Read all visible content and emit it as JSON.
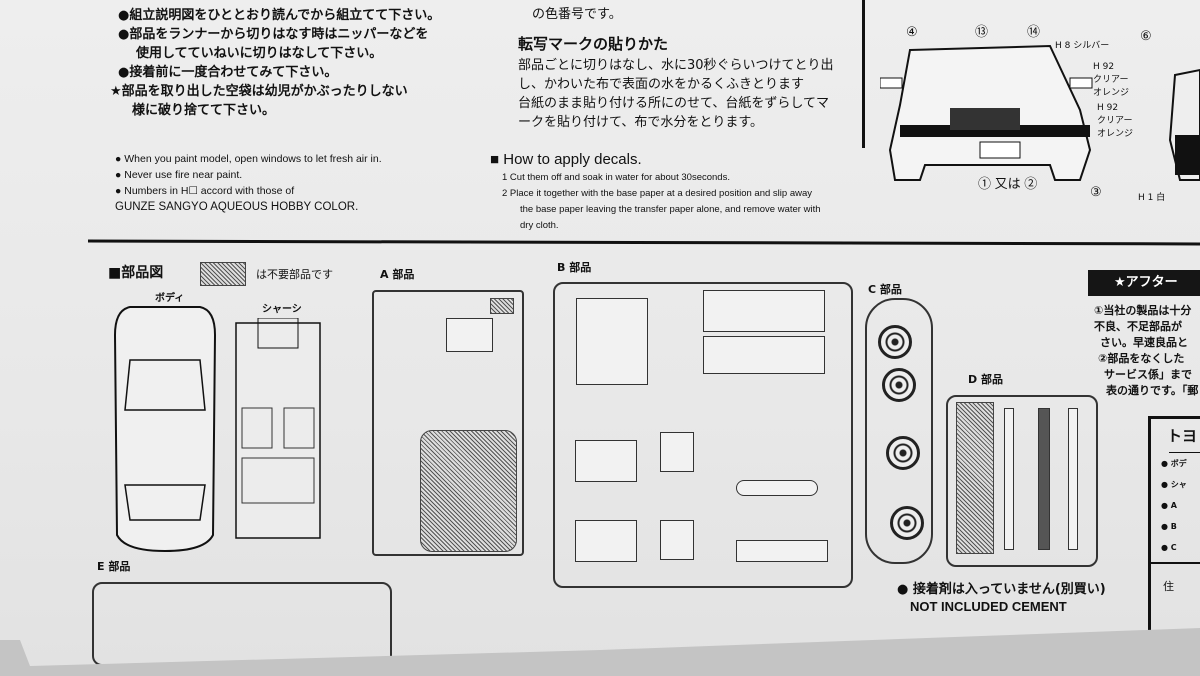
{
  "instructions_jp": [
    "●組立説明図をひととおり読んでから組立てて下さい。",
    "●部品をランナーから切りはなす時はニッパーなどを",
    "使用してていねいに切りはなして下さい。",
    "●接着前に一度合わせてみて下さい。",
    "★部品を取り出した空袋は幼児がかぶったりしない",
    "様に破り捨てて下さい。"
  ],
  "color_note_jp": "の色番号です。",
  "decals_jp": {
    "title": "転写マークの貼りかた",
    "lines": [
      "部品ごとに切りはなし、水に30秒ぐらいつけてとり出",
      "し、かわいた布で表面の水をかるくふきとります",
      "台紙のまま貼り付ける所にのせて、台紙をずらしてマ",
      "ークを貼り付けて、布で水分をとります。"
    ]
  },
  "instructions_en": [
    "● When you paint model, open windows to let fresh air in.",
    "● Never use fire near paint.",
    "● Numbers in H☐ accord with those of",
    "GUNZE SANGYO AQUEOUS HOBBY COLOR."
  ],
  "decals_en": {
    "title": "How to apply decals.",
    "steps": [
      "1  Cut them off and soak in water for about 30seconds.",
      "2  Place it together with the base paper at a desired position and slip away",
      "the base paper leaving the transfer paper alone, and remove water with",
      "dry cloth."
    ]
  },
  "car_diagram": {
    "callouts": [
      "④",
      "⑬",
      "⑭",
      "⑥",
      "① 又は ②",
      "③"
    ],
    "colors": [
      "H 8 シルバー",
      "H 92",
      "クリアー",
      "オレンジ",
      "H 92",
      "クリアー",
      "オレンジ",
      "H 1 白"
    ]
  },
  "parts_diagram": {
    "title": "部品図",
    "unused_note": "は不要部品です",
    "body_label": "ボディ",
    "chassis_label": "シャーシ",
    "a_label": "A 部品",
    "b_label": "B 部品",
    "c_label": "C 部品",
    "d_label": "D 部品",
    "e_label": "E 部品"
  },
  "after_service": {
    "title": "★アフター",
    "lines": [
      "①当社の製品は十分",
      "不良、不足部品が",
      "さい。早速良品と",
      "②部品をなくした",
      "サービス係」まで",
      "表の通りです。「郵"
    ],
    "table_title": "トヨ",
    "table_items": [
      "● ボデ",
      "● シャ",
      "● A",
      "● B",
      "● C"
    ],
    "address_label": "住"
  },
  "cement_note": {
    "jp": "● 接着剤は入っていません(別買い)",
    "en": "NOT INCLUDED CEMENT"
  }
}
